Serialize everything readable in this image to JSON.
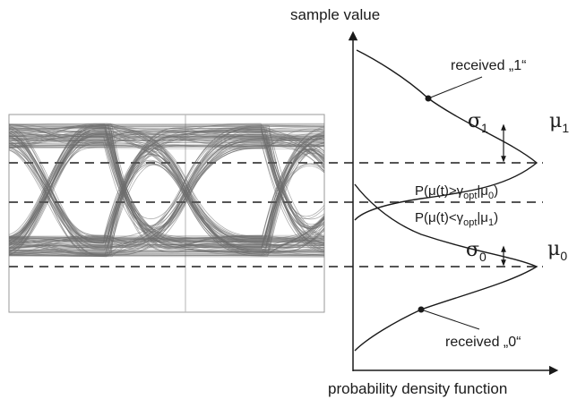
{
  "axes": {
    "y_label": "sample value",
    "x_label": "probability density function"
  },
  "callouts": {
    "received_one": "received „1“",
    "received_zero": "received „0“"
  },
  "symbols": {
    "sigma1": {
      "base": "σ",
      "sub": "1"
    },
    "mu1": {
      "base": "μ",
      "sub": "1"
    },
    "sigma0": {
      "base": "σ",
      "sub": "0"
    },
    "mu0": {
      "base": "μ",
      "sub": "0"
    }
  },
  "probabilities": {
    "p_error_given_0": {
      "prefix": "P(",
      "mu": "μ",
      "mid": "(t)>",
      "gamma": "γ",
      "gamma_sub": "opt",
      "bar": "|",
      "mu2": "μ",
      "cond_sub": "0",
      "suffix": ")"
    },
    "p_error_given_1": {
      "prefix": "P(",
      "mu": "μ",
      "mid": "(t)<",
      "gamma": "γ",
      "gamma_sub": "opt",
      "bar": "|",
      "mu2": "μ",
      "cond_sub": "1",
      "suffix": ")"
    }
  },
  "colors": {
    "eye_trace": "#6e6e6e",
    "line": "#1a1a1a",
    "dashed": "#555555"
  }
}
